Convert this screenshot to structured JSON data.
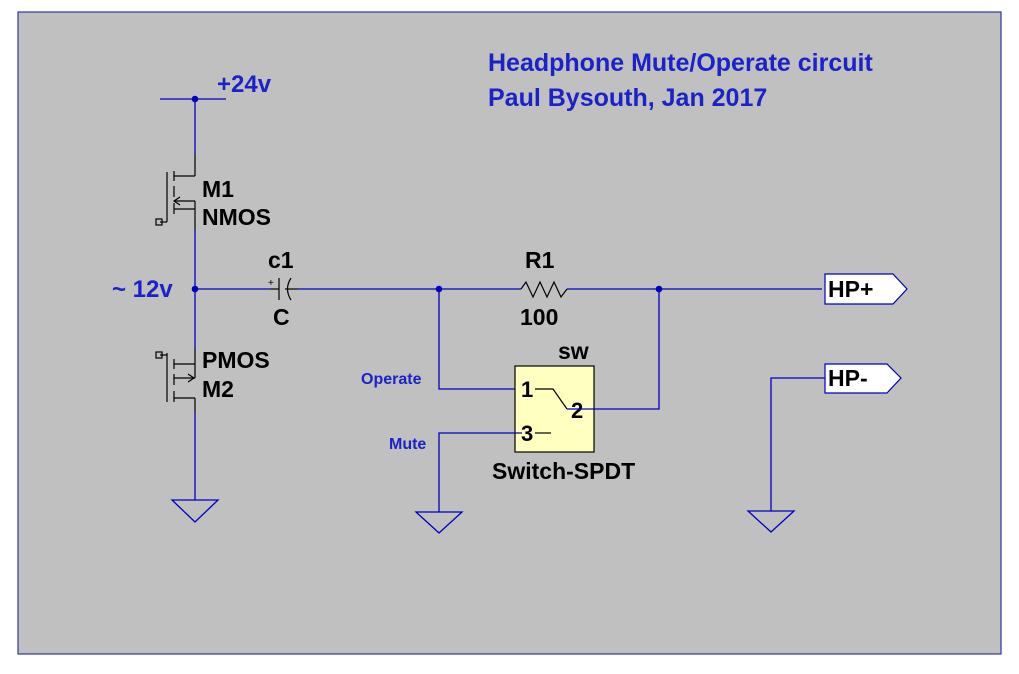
{
  "title": {
    "line1": "Headphone Mute/Operate circuit",
    "line2": "Paul Bysouth,  Jan 2017"
  },
  "nets": {
    "supply": "+24v",
    "mid": "~ 12v"
  },
  "m1": {
    "name": "M1",
    "type": "NMOS"
  },
  "m2": {
    "name": "M2",
    "type": "PMOS"
  },
  "c1": {
    "name": "c1",
    "value": "C",
    "polarity": "+"
  },
  "r1": {
    "name": "R1",
    "value": "100"
  },
  "switch": {
    "name": "sw",
    "type": "Switch-SPDT",
    "pin1": "1",
    "pin2": "2",
    "pin3": "3",
    "fill_color": "#ffffc0"
  },
  "ports": {
    "operate": "Operate",
    "mute": "Mute",
    "hp_plus": "HP+",
    "hp_minus": "HP-"
  },
  "colors": {
    "background": "#c0c0c0",
    "wire": "#0000c0",
    "label_blue": "#1a22c8",
    "component": "#000000"
  }
}
